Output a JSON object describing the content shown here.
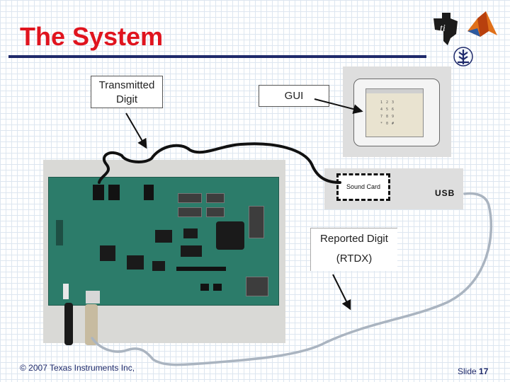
{
  "slide": {
    "title": "The System",
    "copyright": "© 2007 Texas Instruments Inc,",
    "slide_label": "Slide",
    "slide_number": "17"
  },
  "labels": {
    "transmitted_line1": "Transmitted",
    "transmitted_line2": "Digit",
    "gui": "GUI",
    "sound_card": "Sound Card",
    "usb": "USB",
    "reported_line1": "Reported Digit",
    "reported_line2": "(RTDX)"
  },
  "colors": {
    "title": "#e0141e",
    "rule": "#1f2a6b",
    "board": "#2c7c6a"
  },
  "icons": [
    "texas-instruments-logo-icon",
    "matlab-logo-icon",
    "university-emblem-icon"
  ]
}
